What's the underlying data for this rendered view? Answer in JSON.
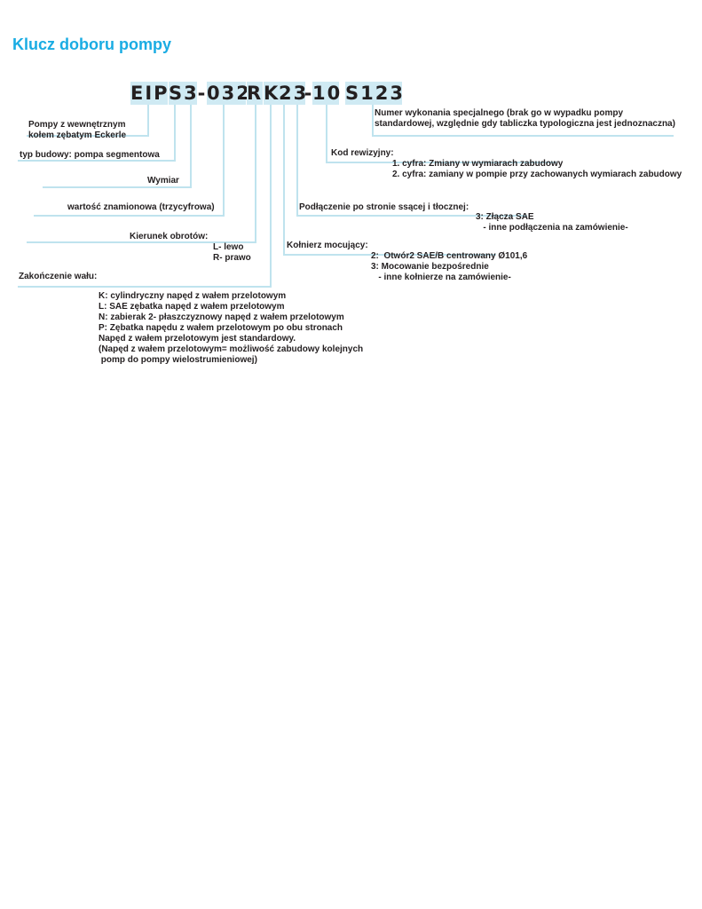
{
  "title": "Klucz doboru pompy",
  "code_segments": [
    "EIP",
    "S3",
    "-",
    "032",
    "R",
    "K",
    "23",
    "-",
    "10",
    "S123"
  ],
  "labels": {
    "pump_type": "Pompy z wewnętrznym\nkołem zębatym Eckerle",
    "build_type": "typ budowy: pompa segmentowa",
    "size": "Wymiar",
    "nominal": "wartość znamionowa (trzycyfrowa)",
    "rotation": "Kierunek obrotów:",
    "rotation_options": "L- lewo\nR- prawo",
    "shaft_end": "Zakończenie wału:",
    "shaft_options": "K: cylindryczny napęd z wałem przelotowym\nL: SAE zębatka napęd z wałem przelotowym\nN: zabierak 2- płaszczyznowy napęd z wałem przelotowym\nP: Zębatka napędu z wałem przelotowym po obu stronach\nNapęd z wałem przelotowym jest standardowy.",
    "shaft_note": "(Napęd z wałem przelotowym= możliwość zabudowy kolejnych\n pomp do pompy wielostrumieniowej)",
    "special": "Numer wykonania specjalnego (brak go w wypadku pompy\nstandardowej, względnie gdy tabliczka typologiczna jest jednoznaczna)",
    "revision": "Kod rewizyjny:",
    "revision_options": "1. cyfra: Zmiany w wymiarach zabudowy\n2. cyfra: zamiany w pompie przy zachowanych wymiarach zabudowy",
    "connection": "Podłączenie po stronie ssącej i tłocznej:",
    "connection_options": "3: Złącza SAE\n   - inne podłączenia na zamówienie-",
    "flange": "Kołnierz mocujący:",
    "flange_options": "2:  Otwór2 SAE/B centrowany Ø101,6\n3: Mocowanie bezpośrednie\n   - inne kołnierze na zamówienie-"
  }
}
